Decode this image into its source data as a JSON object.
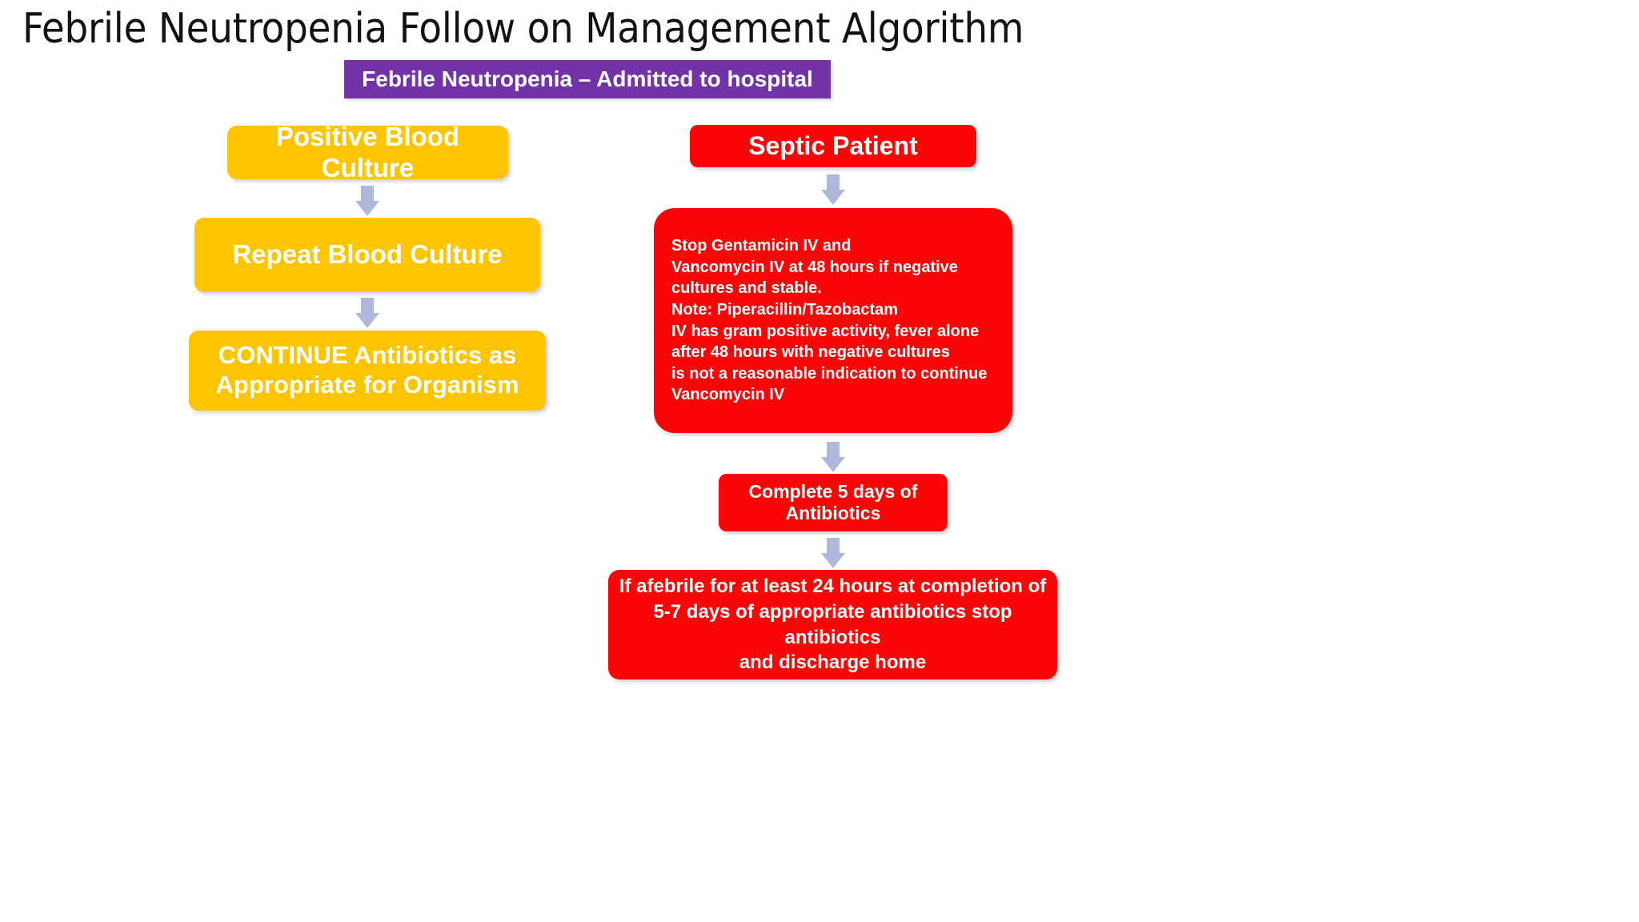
{
  "title": "Febrile Neutropenia Follow on Management Algorithm",
  "colors": {
    "purple": "#7232A8",
    "yellow": "#FDC400",
    "red": "#FB0606",
    "arrow": "#AEB8DD",
    "title_text": "#121212",
    "node_text": "#FFFFFF",
    "background": "#FFFFFF"
  },
  "nodes": {
    "header": {
      "label": "Febrile Neutropenia – Admitted to hospital",
      "color": "purple"
    },
    "positive_blood_culture": {
      "label": "Positive Blood Culture",
      "color": "yellow"
    },
    "repeat_blood_culture": {
      "label": "Repeat Blood Culture",
      "color": "yellow"
    },
    "continue_antibiotics": {
      "label": "CONTINUE Antibiotics as\nAppropriate for Organism",
      "color": "yellow"
    },
    "septic_patient": {
      "label": "Septic Patient",
      "color": "red"
    },
    "stop_gentamicin_note": {
      "label": "Stop Gentamicin IV and\nVancomycin IV at 48 hours if negative\ncultures and stable.\nNote: Piperacillin/Tazobactam\nIV has gram positive activity, fever alone\nafter 48 hours with negative cultures\n   is not a reasonable indication to continue\n                    Vancomycin IV",
      "color": "red"
    },
    "complete_5_days": {
      "label": "Complete 5 days of\nAntibiotics",
      "color": "red"
    },
    "discharge_home": {
      "label": "If afebrile for at least 24 hours at completion of\n5-7 days of appropriate antibiotics stop antibiotics\nand discharge home",
      "color": "red"
    }
  },
  "connectors": [
    {
      "name": "arrow-positive-to-repeat",
      "from": "positive_blood_culture",
      "to": "repeat_blood_culture"
    },
    {
      "name": "arrow-repeat-to-continue",
      "from": "repeat_blood_culture",
      "to": "continue_antibiotics"
    },
    {
      "name": "arrow-septic-to-note",
      "from": "septic_patient",
      "to": "stop_gentamicin_note"
    },
    {
      "name": "arrow-note-to-complete",
      "from": "stop_gentamicin_note",
      "to": "complete_5_days"
    },
    {
      "name": "arrow-complete-to-discharge",
      "from": "complete_5_days",
      "to": "discharge_home"
    }
  ]
}
